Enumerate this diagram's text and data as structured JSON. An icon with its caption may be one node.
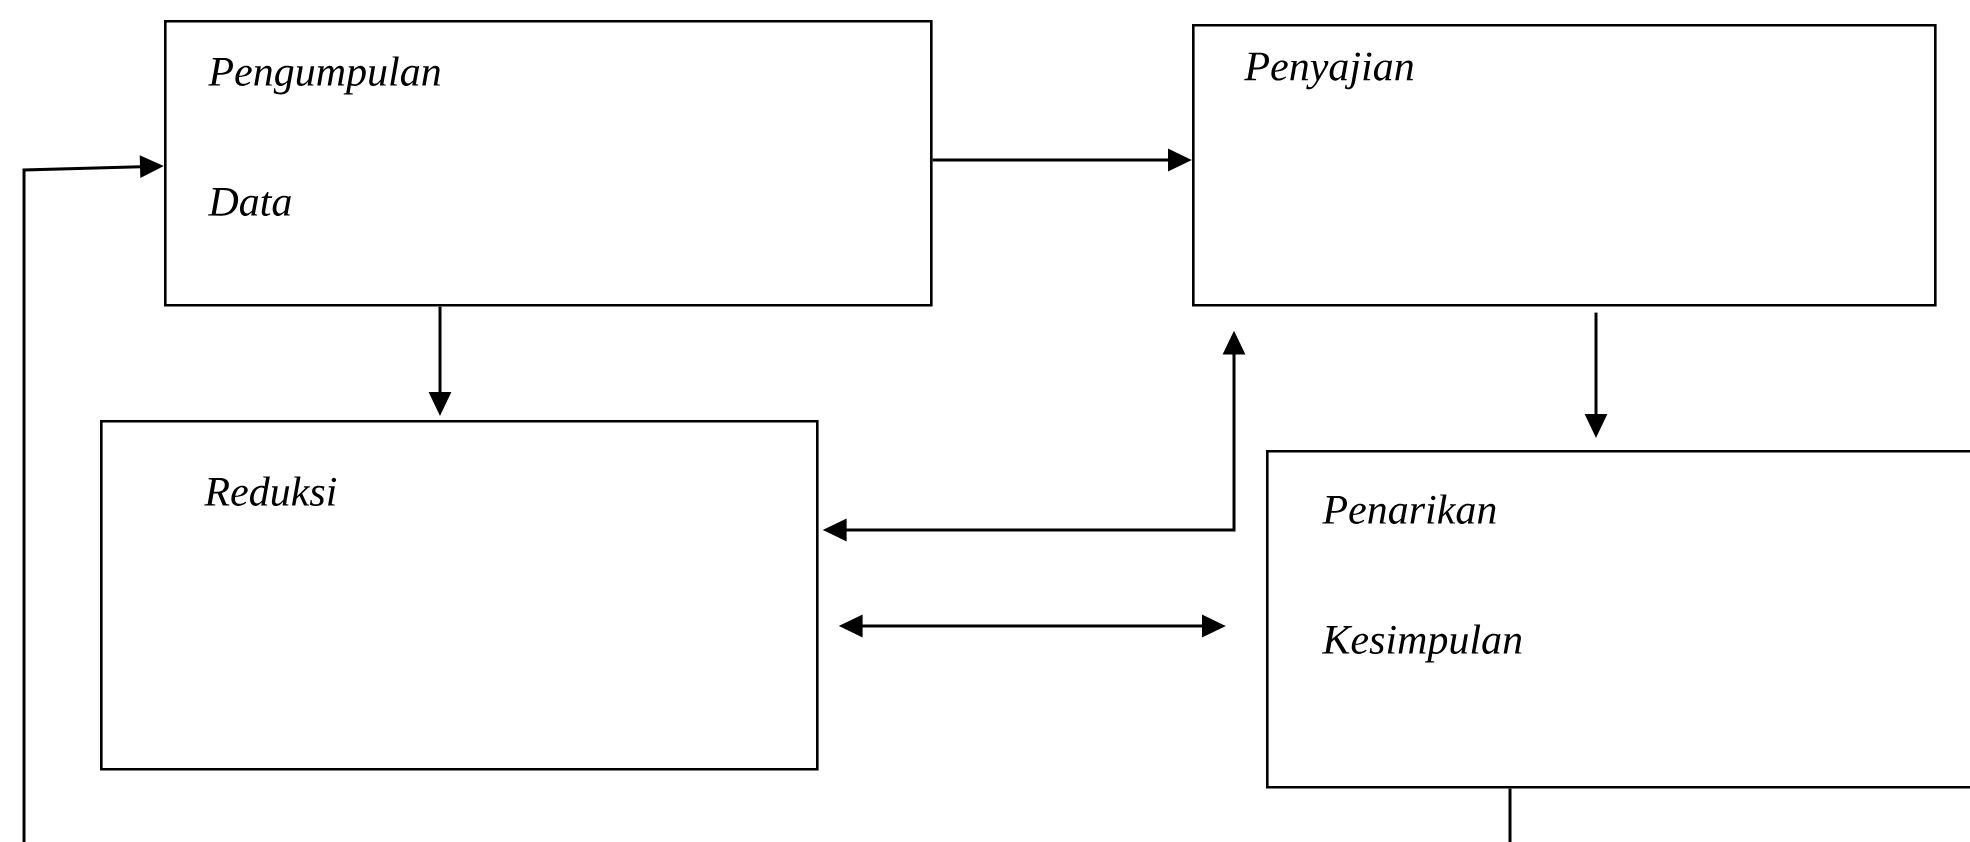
{
  "diagram": {
    "nodes": [
      {
        "text": [
          "Pengumpulan Data"
        ]
      },
      {
        "text": [
          "Penyajian"
        ]
      },
      {
        "text": [
          "Reduksi"
        ]
      },
      {
        "text": [
          "Penarikan Kesimpulan"
        ]
      }
    ],
    "edges": [
      {
        "from": 0,
        "to": 1,
        "arrow": "to"
      },
      {
        "from": 0,
        "to": 2,
        "arrow": "to"
      },
      {
        "from": 1,
        "to": 3,
        "arrow": "to"
      },
      {
        "from": 2,
        "to": 1,
        "arrow": "both"
      },
      {
        "from": 2,
        "to": 3,
        "arrow": "both"
      },
      {
        "from": 3,
        "to": 0,
        "arrow": "to"
      }
    ]
  }
}
